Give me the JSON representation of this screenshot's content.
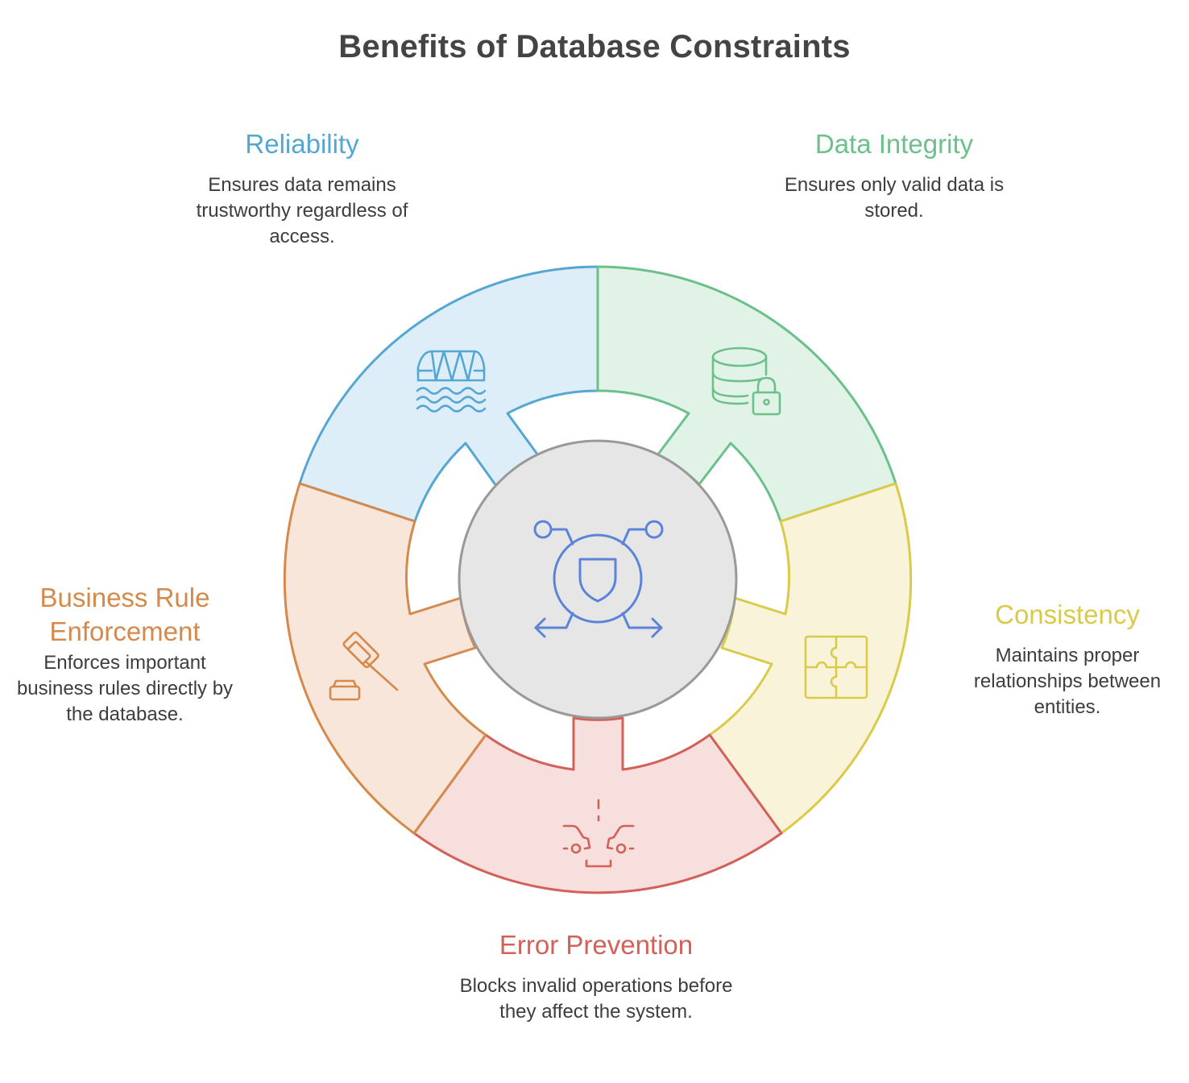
{
  "title": "Benefits of Database Constraints",
  "segments": [
    {
      "key": "reliability",
      "title": "Reliability",
      "description": "Ensures data remains trustworthy regardless of access.",
      "color": "#56A6D3",
      "fill": "#DDEEF8",
      "icon": "bridge-icon"
    },
    {
      "key": "integrity",
      "title": "Data Integrity",
      "description": "Ensures only valid data is stored.",
      "color": "#6CC08B",
      "fill": "#E1F3E6",
      "icon": "database-lock-icon"
    },
    {
      "key": "consistency",
      "title": "Consistency",
      "description": "Maintains proper relationships between entities.",
      "color": "#D9CA4A",
      "fill": "#F9F4D9",
      "icon": "puzzle-icon"
    },
    {
      "key": "error",
      "title": "Error Prevention",
      "description": "Blocks invalid operations before they affect the system.",
      "color": "#D3615A",
      "fill": "#F7DFDE",
      "icon": "car-collision-icon"
    },
    {
      "key": "business",
      "title": "Business Rule Enforcement",
      "description": "Enforces important business rules directly by the database.",
      "color": "#D5894A",
      "fill": "#F8E6DA",
      "icon": "gavel-icon"
    }
  ],
  "hub": {
    "icon": "shield-network-icon",
    "color": "#5B84D9",
    "fill": "#E6E6E6",
    "stroke": "#999999"
  }
}
